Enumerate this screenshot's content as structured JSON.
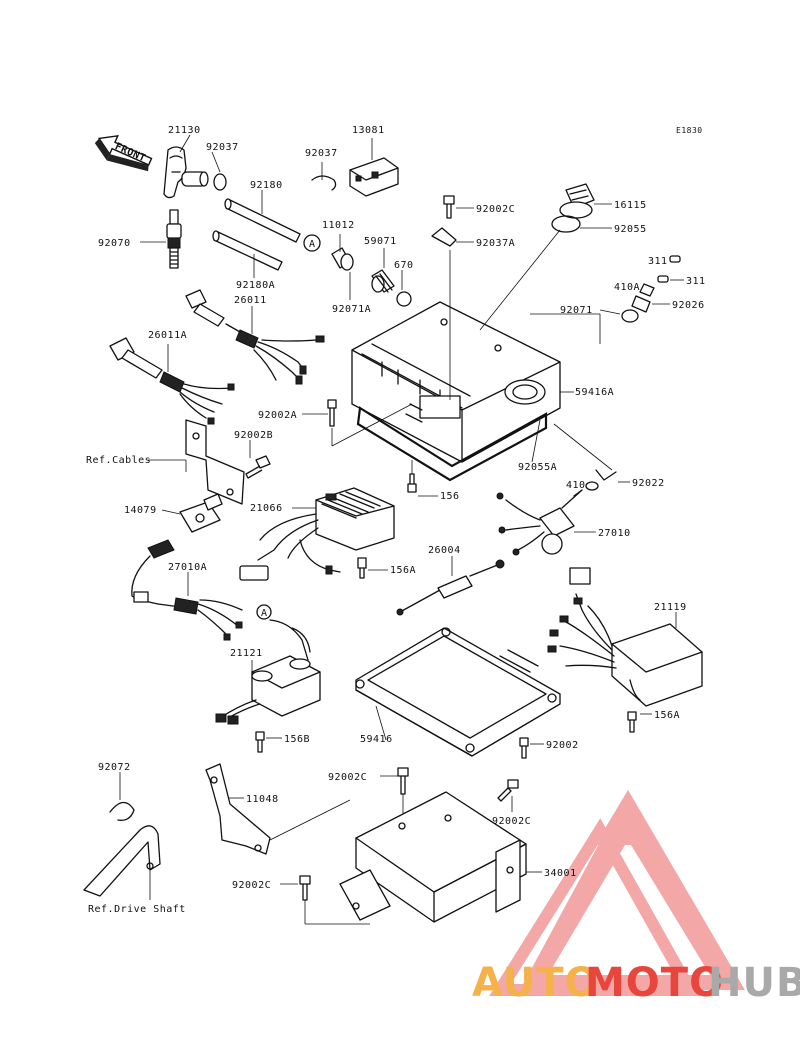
{
  "diagram_code": "E1830",
  "front_label": "FRONT",
  "callout_letter": "A",
  "refs": {
    "cables": "Ref.Cables",
    "drive_shaft": "Ref.Drive Shaft"
  },
  "parts": {
    "p21130": "21130",
    "p92037a": "92037",
    "p92037b": "92037",
    "p13081": "13081",
    "p92180": "92180",
    "p92180a": "92180A",
    "p11012": "11012",
    "p59071": "59071",
    "p670": "670",
    "p92071a": "92071A",
    "p92070": "92070",
    "p26011": "26011",
    "p26011a": "26011A",
    "p92002c_top": "92002C",
    "p92037a_top": "92037A",
    "p16115": "16115",
    "p92055": "92055",
    "p311a": "311",
    "p311b": "311",
    "p410a": "410A",
    "p92026": "92026",
    "p92071": "92071",
    "p59416a": "59416A",
    "p92002a": "92002A",
    "p92002b": "92002B",
    "p92055a": "92055A",
    "p92022": "92022",
    "p410": "410",
    "p156": "156",
    "p14079": "14079",
    "p21066": "21066",
    "p27010": "27010",
    "p27010a": "27010A",
    "p156a": "156A",
    "p26004": "26004",
    "p21119": "21119",
    "p21121": "21121",
    "p156b": "156B",
    "p59416": "59416",
    "p156a2": "156A",
    "p92002": "92002",
    "p92072": "92072",
    "p11048": "11048",
    "p92002c_mid": "92002C",
    "p92002c_right": "92002C",
    "p34001": "34001",
    "p92002c_bot": "92002C"
  },
  "watermark": {
    "part1": "AUTO",
    "part2": "MOTO",
    "part3": "HUB",
    "color_light": "#f5b14a",
    "color_red": "#e8453c",
    "color_grey": "#a9a9a9"
  }
}
